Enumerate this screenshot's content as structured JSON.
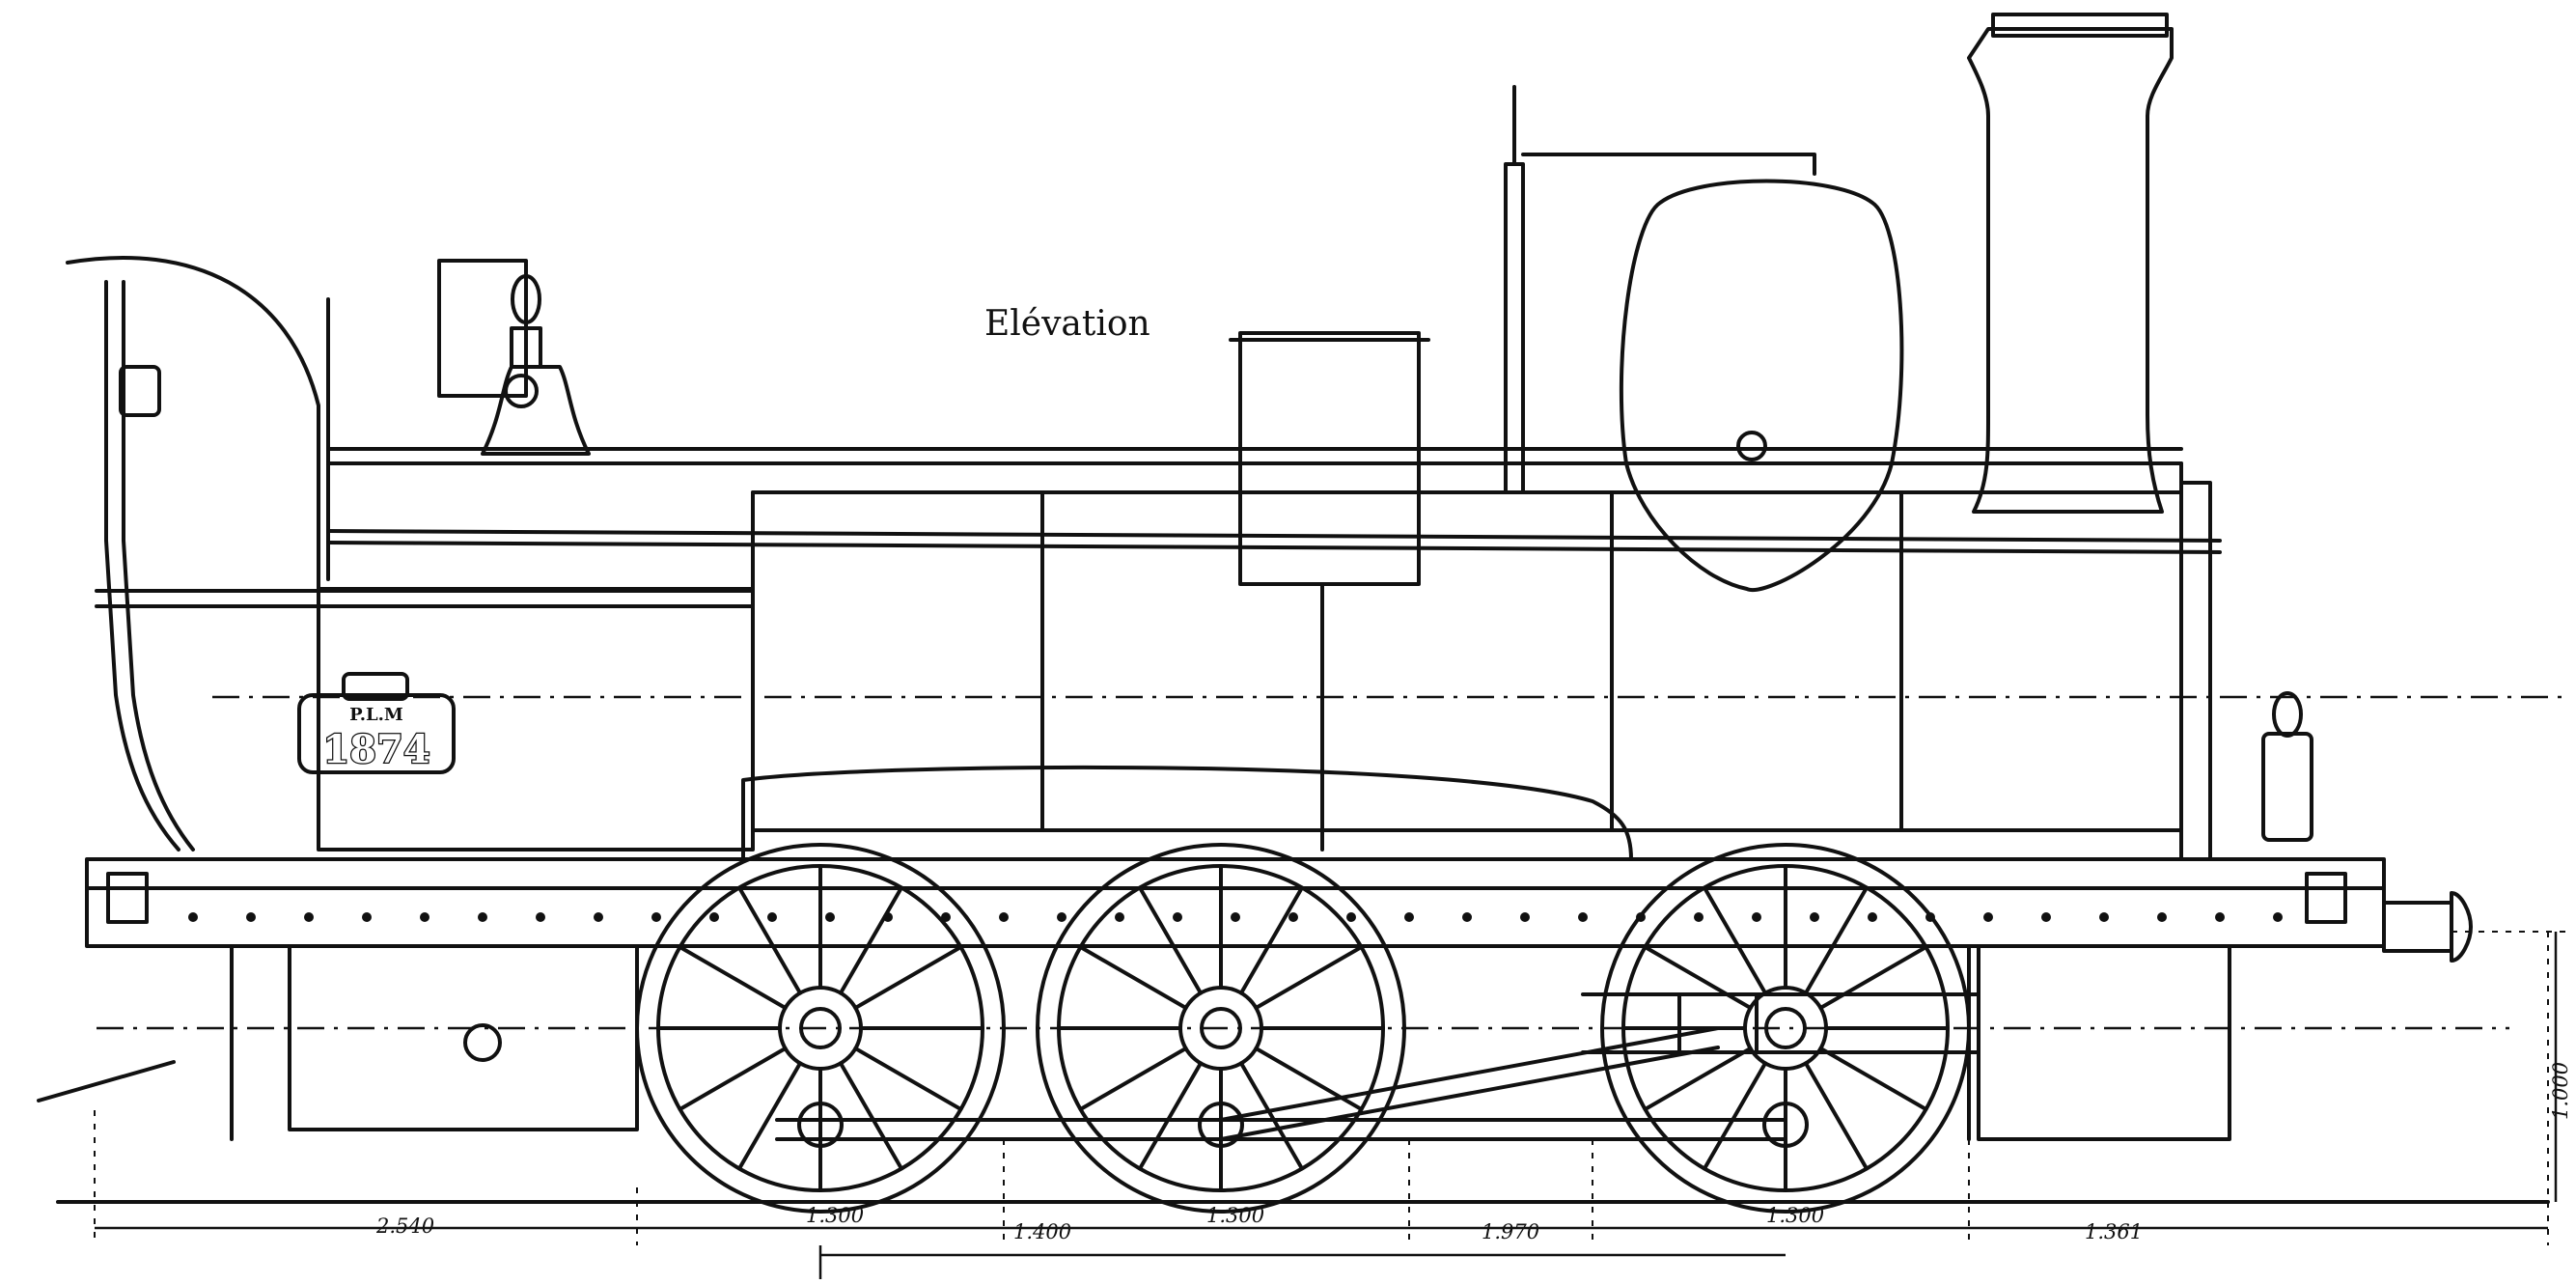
{
  "title": "Elévation",
  "number_plate": {
    "company": "P.L.M",
    "number": "1874"
  },
  "dimensions": {
    "overhang_front": "2.540",
    "wheel_diameter_1": "1.300",
    "spacing_1": "1.400",
    "wheel_diameter_2": "1.300",
    "spacing_2": "1.970",
    "wheel_diameter_3": "1.300",
    "overhang_rear": "1.361",
    "buffer_height": "1.000"
  }
}
